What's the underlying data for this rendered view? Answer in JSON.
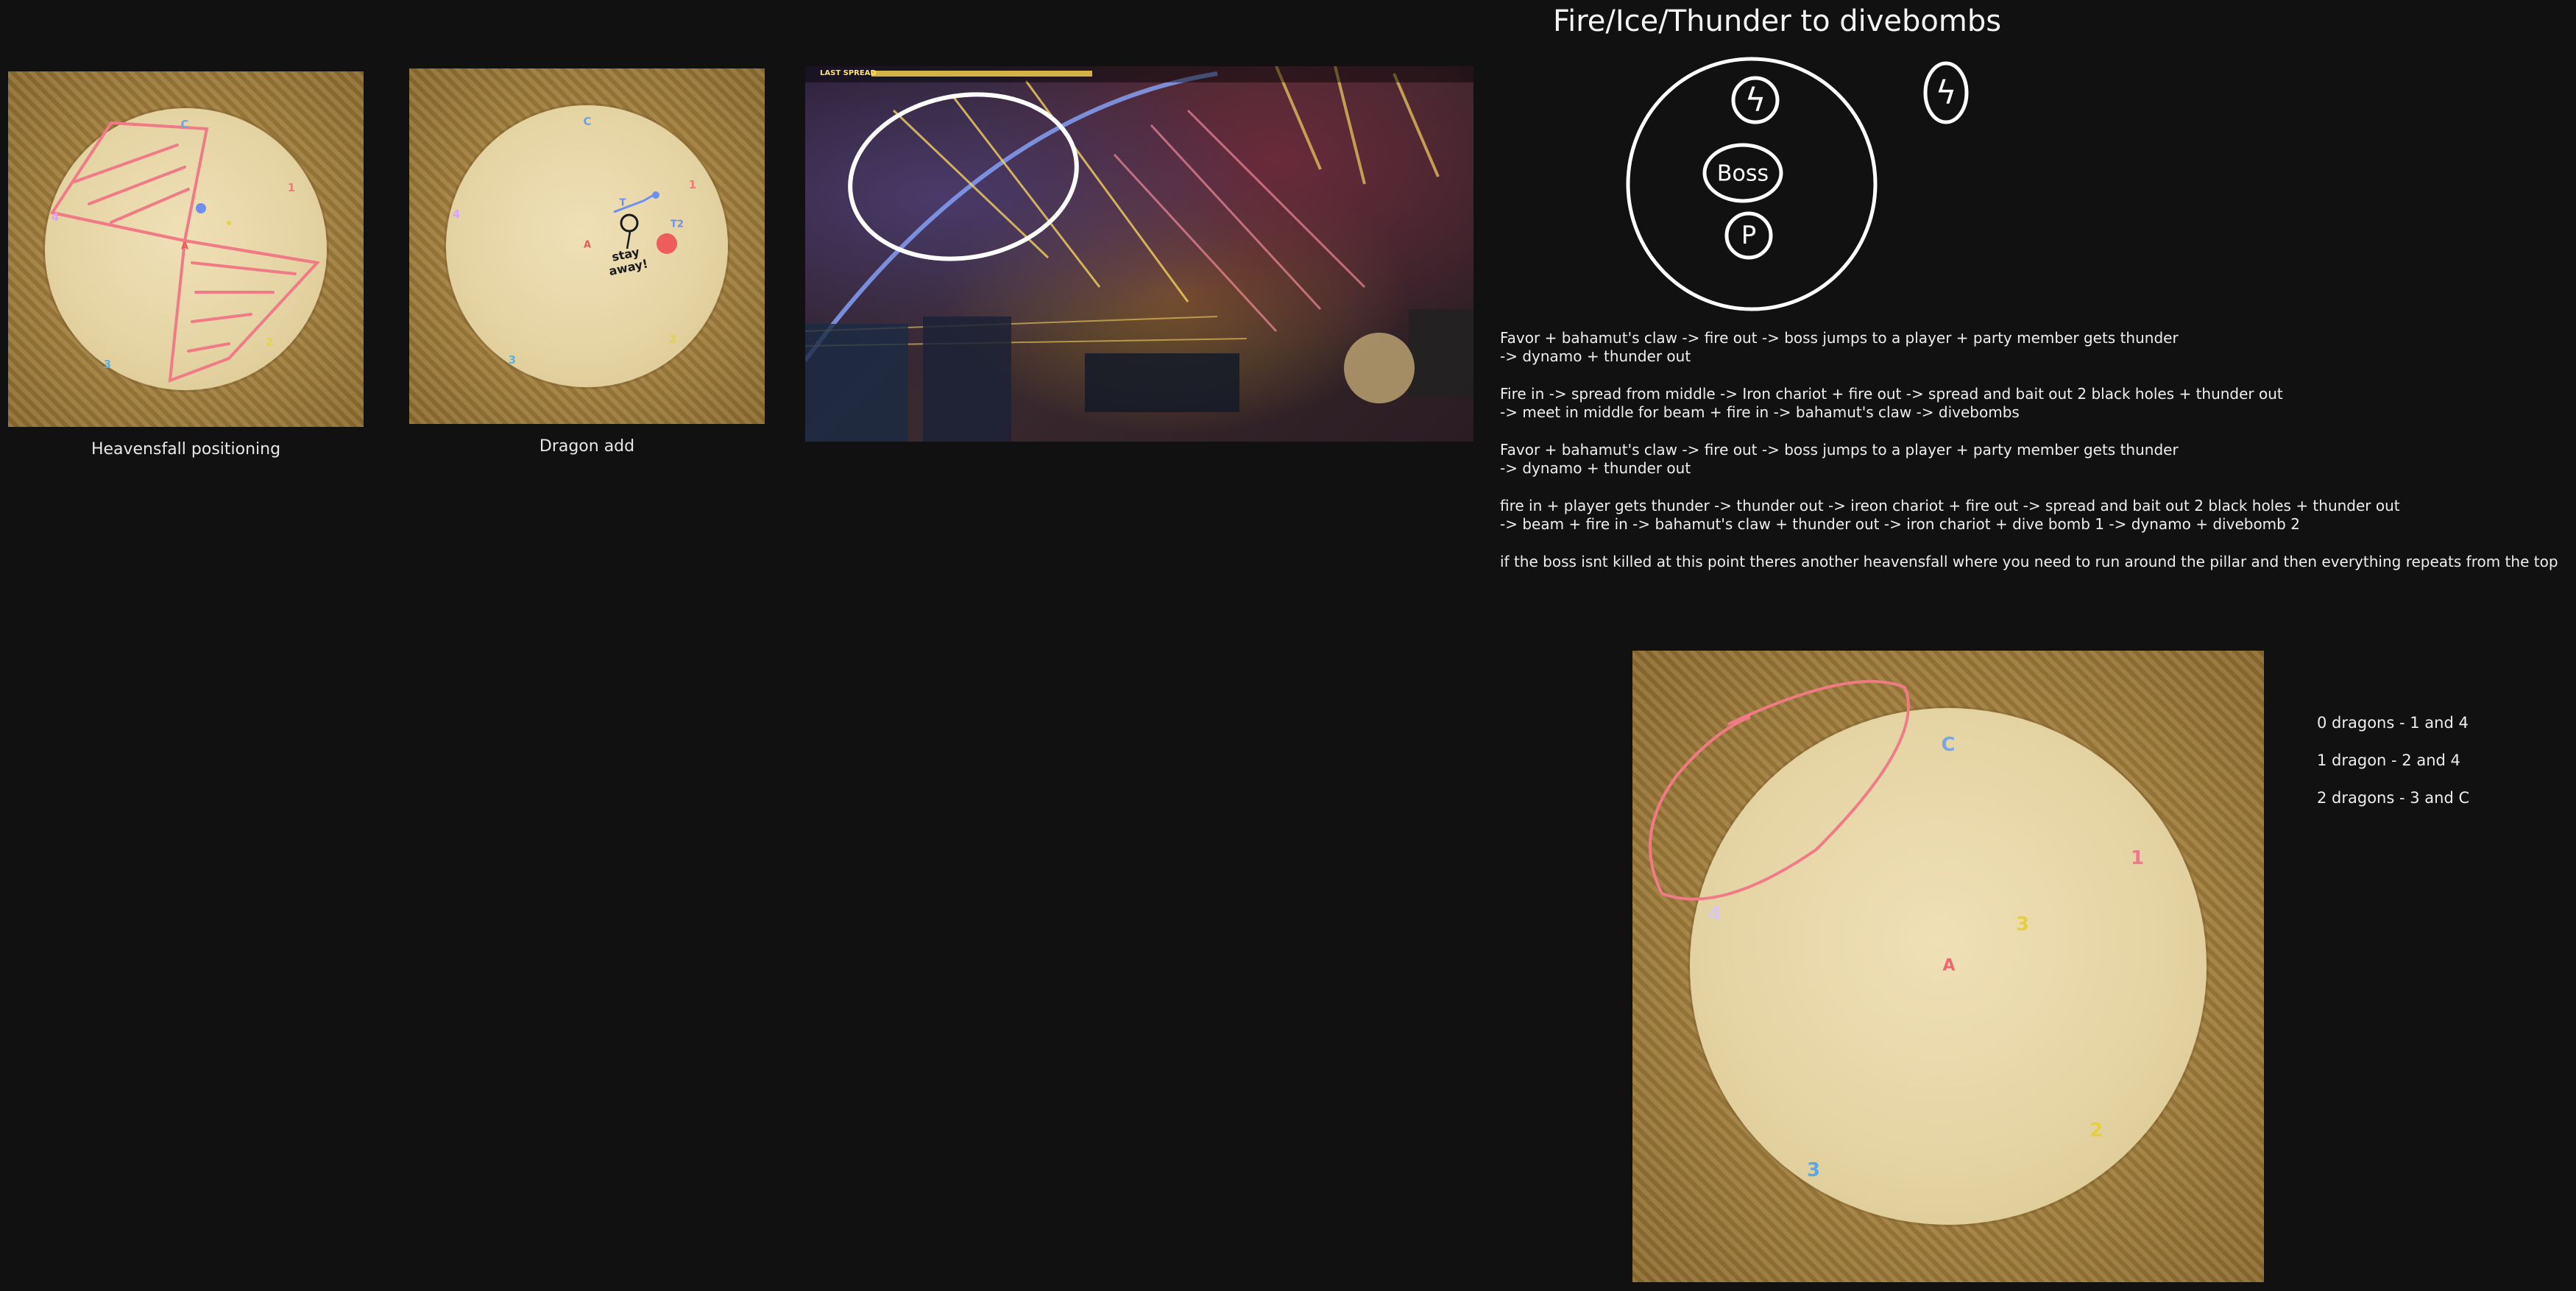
{
  "heavensfall": {
    "caption": "Heavensfall positioning",
    "markers": {
      "c": "C",
      "one": "1",
      "two": "2",
      "three": "3",
      "four": "4",
      "a": "A"
    },
    "colors": {
      "c": "#6fa0e8",
      "one": "#f07a7a",
      "two": "#e6d14a",
      "three": "#5fb0e0",
      "four": "#d9a0ff",
      "a": "#e85a5a",
      "drawing": "#f07a86"
    }
  },
  "dragon_add": {
    "caption": "Dragon add",
    "markers": {
      "c": "C",
      "one": "1",
      "two": "2",
      "three": "3",
      "four": "4",
      "a": "A"
    },
    "annotation": "stay away!",
    "annotation_labels": {
      "t1": "T",
      "t2": "T2"
    },
    "colors": {
      "blue": "#6f8ff0",
      "red": "#ee5c5c",
      "ink": "#1a1a1a"
    }
  },
  "screenshot": {
    "hud_label": "LAST SPREAD"
  },
  "title": "Fire/Ice/Thunder to divebombs",
  "diagram": {
    "thunder_symbol": "ϟ",
    "boss_label": "Boss",
    "player_label": "P"
  },
  "notes": [
    "Favor + bahamut's claw -> fire out -> boss jumps to a player + party member gets thunder\n-> dynamo + thunder out",
    "Fire in -> spread from middle -> Iron chariot + fire out -> spread and bait out 2 black holes + thunder out\n-> meet in middle for beam + fire in -> bahamut's claw -> divebombs",
    "Favor + bahamut's claw -> fire out -> boss jumps to a player + party member gets thunder\n-> dynamo + thunder out",
    "fire in + player gets thunder -> thunder out -> ireon chariot + fire out -> spread and bait out 2 black holes + thunder out\n-> beam + fire in -> bahamut's claw + thunder out -> iron chariot + dive bomb 1 -> dynamo + divebomb 2",
    "if the boss isnt killed at this point theres another heavensfall where you need to run around the pillar and then everything repeats from the top"
  ],
  "big_map": {
    "markers": {
      "c": "C",
      "one": "1",
      "two": "2",
      "three": "3",
      "four": "4",
      "a": "A"
    },
    "colors": {
      "c": "#7aa6e6",
      "one": "#ee7a8a",
      "two": "#e6cf3e",
      "three": "#5aa6e6",
      "four": "#d8c8f0",
      "a": "#ee6670",
      "loop": "#f07a86"
    }
  },
  "dragon_rules": [
    "0 dragons - 1 and 4",
    "1 dragon - 2 and 4",
    "2 dragons - 3 and C"
  ]
}
